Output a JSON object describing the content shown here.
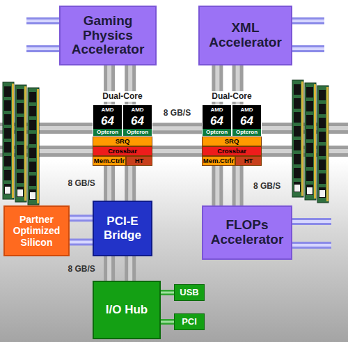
{
  "diagram": {
    "nodes": [
      {
        "text": [
          "Gaming Physics Accelerator"
        ]
      },
      {
        "text": [
          "XML Accelerator"
        ]
      },
      {
        "text": [
          "Dual-Core"
        ]
      },
      {
        "text": [
          "AMD",
          "64",
          "Opteron"
        ],
        "in": 2
      },
      {
        "text": [
          "AMD",
          "64",
          "Opteron"
        ],
        "in": 2
      },
      {
        "text": [
          "SRQ"
        ],
        "in": 2
      },
      {
        "text": [
          "Crossbar"
        ],
        "in": 2
      },
      {
        "text": [
          "Mem.Ctrlr"
        ],
        "in": 2
      },
      {
        "text": [
          "HT"
        ],
        "in": 2
      },
      {
        "text": [
          "Dual-Core"
        ]
      },
      {
        "text": [
          "AMD",
          "64",
          "Opteron"
        ],
        "in": 9
      },
      {
        "text": [
          "AMD",
          "64",
          "Opteron"
        ],
        "in": 9
      },
      {
        "text": [
          "SRQ"
        ],
        "in": 9
      },
      {
        "text": [
          "Crossbar"
        ],
        "in": 9
      },
      {
        "text": [
          "Mem.Ctrlr"
        ],
        "in": 9
      },
      {
        "text": [
          "HT"
        ],
        "in": 9
      },
      {
        "text": [
          "Partner Optimized Silicon"
        ]
      },
      {
        "text": [
          "PCI-E Bridge"
        ]
      },
      {
        "text": [
          "FLOPs Accelerator"
        ]
      },
      {
        "text": [
          "I/O Hub"
        ]
      },
      {
        "text": [
          "USB"
        ]
      },
      {
        "text": [
          "PCI"
        ]
      }
    ],
    "edges": [
      {
        "from": 0,
        "to": 2,
        "arrow": "none"
      },
      {
        "from": 1,
        "to": 9,
        "arrow": "none"
      },
      {
        "from": 2,
        "to": 9,
        "label": "8 GB/S",
        "arrow": "none"
      },
      {
        "from": 2,
        "to": 17,
        "label": "8 GB/S",
        "arrow": "none"
      },
      {
        "from": 9,
        "to": 18,
        "label": "8 GB/S",
        "arrow": "none"
      },
      {
        "from": 16,
        "to": 17,
        "arrow": "none"
      },
      {
        "from": 17,
        "to": 19,
        "label": "8 GB/S",
        "arrow": "none"
      },
      {
        "from": 19,
        "to": 20,
        "arrow": "none"
      },
      {
        "from": 19,
        "to": 21,
        "arrow": "none"
      }
    ]
  }
}
